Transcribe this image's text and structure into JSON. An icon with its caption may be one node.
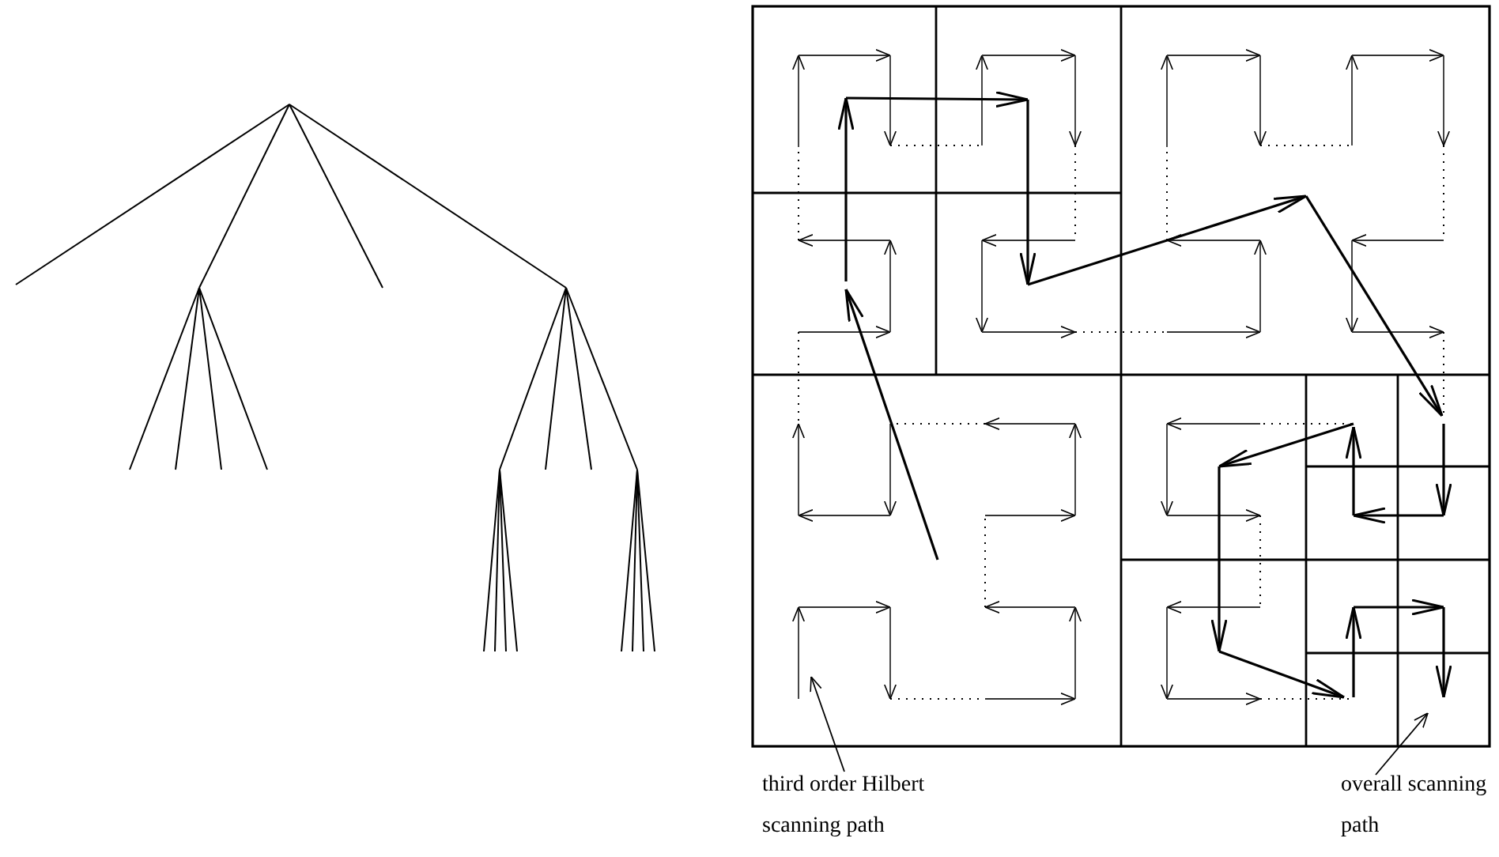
{
  "diagram": {
    "nodes": [
      {
        "text": [
          "third order Hilbert scanning path"
        ]
      },
      {
        "text": [
          "overall scanning path"
        ]
      }
    ],
    "edges": [
      {
        "from": 0,
        "to": null,
        "arrow": "to"
      },
      {
        "from": 1,
        "to": null,
        "arrow": "to"
      }
    ]
  }
}
